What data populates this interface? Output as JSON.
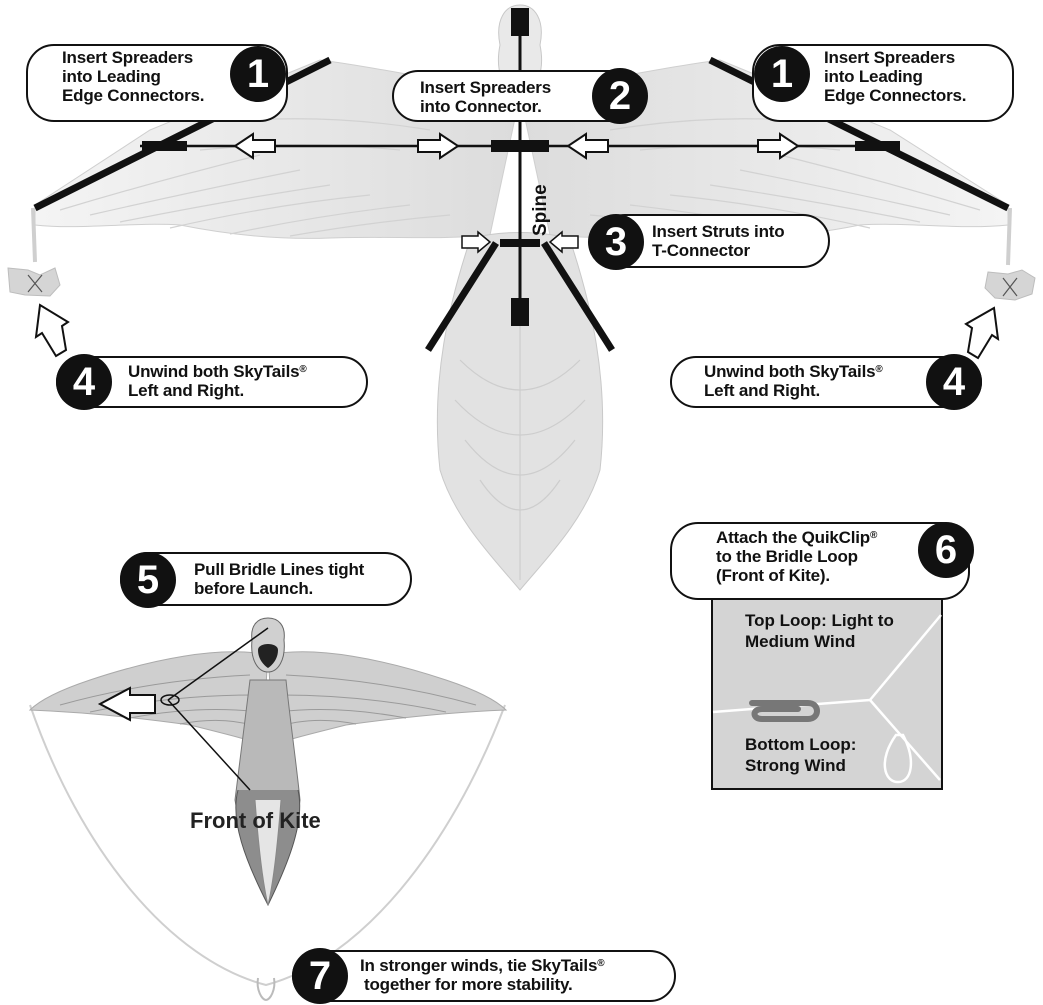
{
  "steps": {
    "step1_left": {
      "number": "1",
      "line1": "Insert Spreaders",
      "line2": "into Leading",
      "line3": "Edge Connectors."
    },
    "step1_right": {
      "number": "1",
      "line1": "Insert Spreaders",
      "line2": "into Leading",
      "line3": "Edge Connectors."
    },
    "step2": {
      "number": "2",
      "line1": "Insert Spreaders",
      "line2": "into Connector."
    },
    "step3": {
      "number": "3",
      "line1": "Insert Struts into",
      "line2": "T-Connector"
    },
    "step4_left": {
      "number": "4",
      "line1": "Unwind both SkyTails",
      "line1_mark": "®",
      "line2": "Left and Right."
    },
    "step4_right": {
      "number": "4",
      "line1": "Unwind both SkyTails",
      "line1_mark": "®",
      "line2": "Left and Right."
    },
    "step5": {
      "number": "5",
      "line1": "Pull Bridle Lines tight",
      "line2": "before Launch."
    },
    "step6": {
      "number": "6",
      "line1": "Attach the QuikClip",
      "line1_mark": "®",
      "line2": "to the  Bridle Loop",
      "line3": "(Front of Kite)."
    },
    "step7": {
      "number": "7",
      "line1": "In stronger winds, tie SkyTails",
      "line1_mark": "®",
      "line2": "together for more stability."
    }
  },
  "labels": {
    "spine": "Spine",
    "front_of_kite": "Front of Kite"
  },
  "inset": {
    "top_loop_line1": "Top Loop: Light to",
    "top_loop_line2": "Medium Wind",
    "bottom_loop_line1": "Bottom Loop:",
    "bottom_loop_line2": "Strong Wind"
  },
  "colors": {
    "ink": "#111111",
    "feather_light": "#ececec",
    "feather_mid": "#d6d6d6",
    "inset_bg": "#d4d4d4"
  }
}
